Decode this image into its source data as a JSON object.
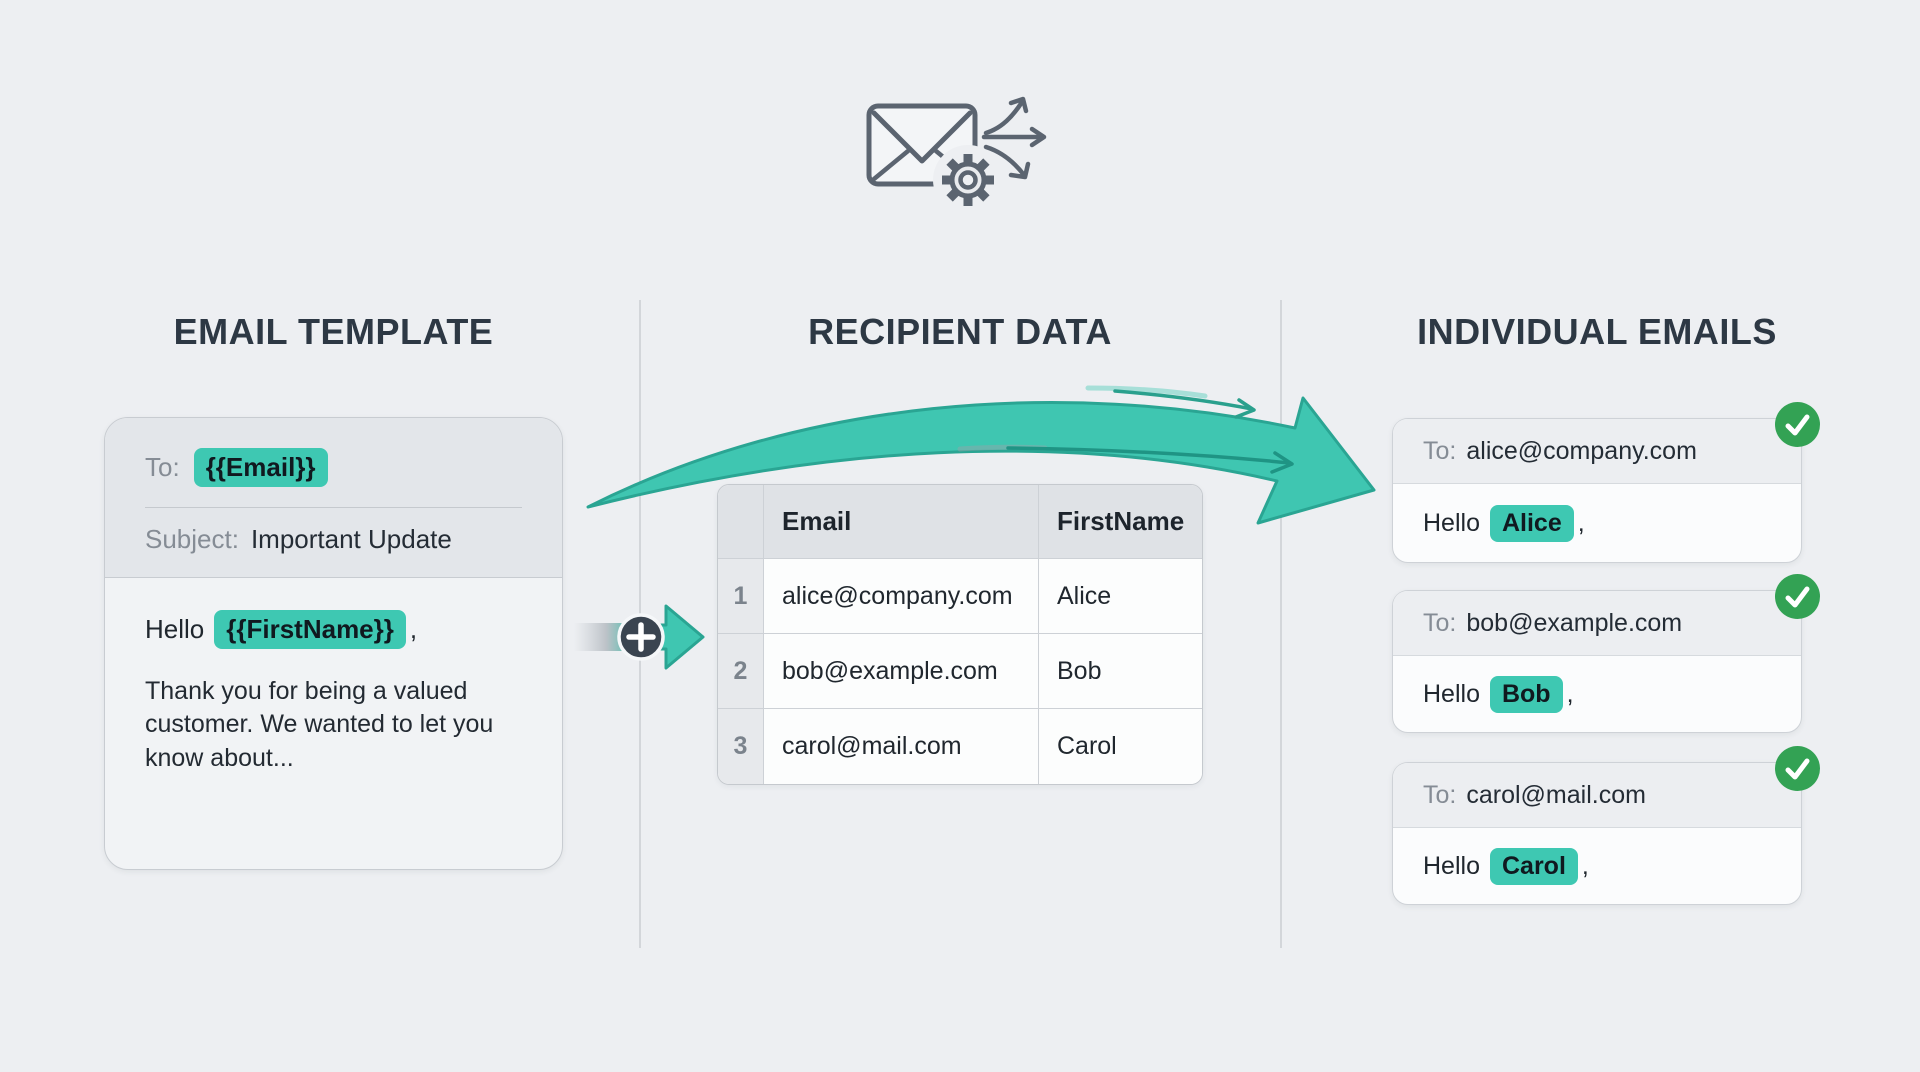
{
  "colors": {
    "background": "#edeff2",
    "highlight_teal": "#3ec8b2",
    "arrow_teal": "#3fc6b1",
    "arrow_teal_outline": "#2aa593",
    "success_green": "#33a254",
    "plus_circle_slate": "#3a4450",
    "heading_text": "#2d3844",
    "muted_label": "#858c95"
  },
  "icons": {
    "top": "envelope-gear-fanout-icon",
    "badge": "check-icon",
    "merge": "plus-icon"
  },
  "columns": {
    "template_title": "EMAIL TEMPLATE",
    "recipient_title": "RECIPIENT DATA",
    "individual_title": "INDIVIDUAL EMAILS"
  },
  "template_card": {
    "to_label": "To:",
    "to_value": "{{Email}}",
    "subject_label": "Subject:",
    "subject_value": "Important Update",
    "greeting_prefix": "Hello",
    "greeting_var": "{{FirstName}}",
    "greeting_suffix": ",",
    "body_text": "Thank you for being a valued customer. We wanted to let you know about..."
  },
  "recipient_table": {
    "headers": {
      "email": "Email",
      "first_name": "FirstName"
    },
    "rows": [
      {
        "num": "1",
        "email": "alice@company.com",
        "first_name": "Alice"
      },
      {
        "num": "2",
        "email": "bob@example.com",
        "first_name": "Bob"
      },
      {
        "num": "3",
        "email": "carol@mail.com",
        "first_name": "Carol"
      }
    ]
  },
  "individual_emails": {
    "to_label": "To:",
    "greeting_prefix": "Hello",
    "greeting_suffix": ",",
    "cards": [
      {
        "to": "alice@company.com",
        "name": "Alice"
      },
      {
        "to": "bob@example.com",
        "name": "Bob"
      },
      {
        "to": "carol@mail.com",
        "name": "Carol"
      }
    ]
  }
}
